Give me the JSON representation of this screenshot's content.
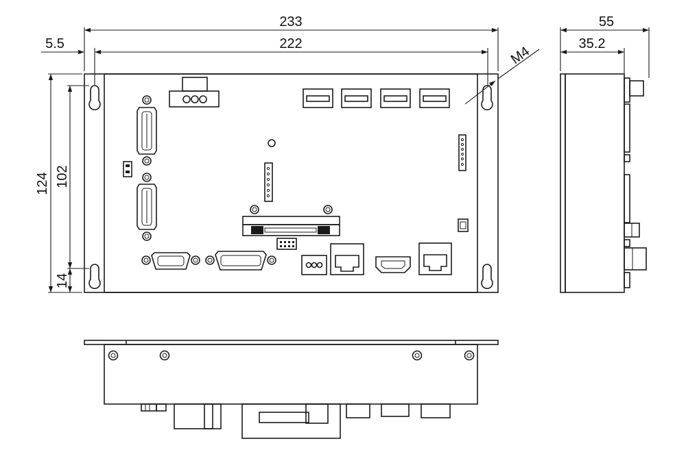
{
  "dimensions": {
    "overall_width": "233",
    "hole_pitch_width": "222",
    "edge_offset": "5.5",
    "overall_height": "124",
    "hole_pitch_height": "102",
    "hole_offset_bottom": "14",
    "screw_size": "M4",
    "depth": "55",
    "depth_body": "35.2"
  },
  "views": [
    "front-view",
    "side-view",
    "bottom-view"
  ],
  "colors": {
    "line": "#1a1a1a",
    "background": "#ffffff"
  }
}
